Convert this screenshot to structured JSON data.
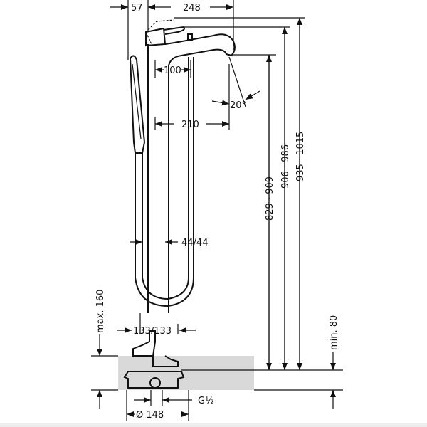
{
  "title": "Freestanding bath mixer dimension drawing",
  "dimensions": {
    "d57": "57",
    "d248": "248",
    "d100": "100",
    "d20": "20°",
    "d210": "210",
    "h829": "829 · 909",
    "h906": "906 · 986",
    "h935": "935 · 1015",
    "d44": "44/44",
    "max160": "max. 160",
    "d133": "133/133",
    "min80": "min. 80",
    "g": "G½",
    "dia148": "Ø 148"
  },
  "colors": {
    "line": "#111111",
    "floor": "#d9d9d9"
  }
}
